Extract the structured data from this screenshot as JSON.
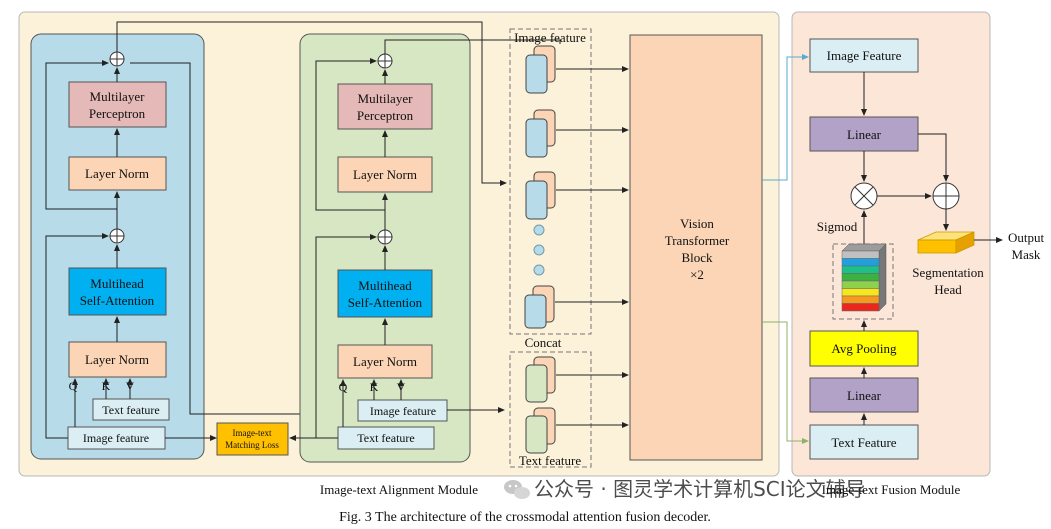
{
  "modules": {
    "alignment": "Image-text Alignment Module",
    "fusion": "Image-text Fusion Module"
  },
  "left_encoder": {
    "mlp": [
      "Multilayer",
      "Perceptron"
    ],
    "norm_top": "Layer Norm",
    "attention": [
      "Multihead",
      "Self-Attention"
    ],
    "norm_bottom": "Layer Norm",
    "q": "Q",
    "k": "K",
    "v": "V",
    "text_input": "Text feature",
    "image_input": "Image feature"
  },
  "right_encoder": {
    "mlp": [
      "Multilayer",
      "Perceptron"
    ],
    "norm_top": "Layer Norm",
    "attention": [
      "Multihead",
      "Self-Attention"
    ],
    "norm_bottom": "Layer Norm",
    "q": "Q",
    "k": "K",
    "v": "V",
    "image_input": "Image feature",
    "text_input": "Text feature"
  },
  "matching_loss": [
    "Image-text",
    "Matching Loss"
  ],
  "feature_stack": {
    "image_label": "Image feature",
    "concat_label": "Concat",
    "text_label": "Text feature"
  },
  "vit": [
    "Vision",
    "Transformer",
    "Block",
    "×2"
  ],
  "fusion": {
    "image_feature": "Image Feature",
    "linear_top": "Linear",
    "sigmod": "Sigmod",
    "segmentation_head": [
      "Segmentation",
      "Head"
    ],
    "output": [
      "Output",
      "Mask"
    ],
    "avg_pooling": "Avg Pooling",
    "linear_bottom": "Linear",
    "text_feature": "Text Feature"
  },
  "caption": "Fig. 3 The architecture of the crossmodal attention fusion decoder.",
  "watermark": "公众号 · 图灵学术计算机SCI论文辅导",
  "colors": {
    "module_bg": "#fcf2da",
    "fusion_bg": "#fbe6d8",
    "left_encoder_bg": "#b7dbe8",
    "right_encoder_bg": "#d7e6c3",
    "mlp_fill": "#e5b9b7",
    "norm_fill": "#fbd5b5",
    "attention_fill": "#00b0f0",
    "linear_fill": "#b3a2c7",
    "fusion_feature_fill": "#daeef3",
    "avg_pool_fill": "#ffff00",
    "loss_fill": "#ffc000",
    "vit_fill": "#fbd5b5"
  }
}
